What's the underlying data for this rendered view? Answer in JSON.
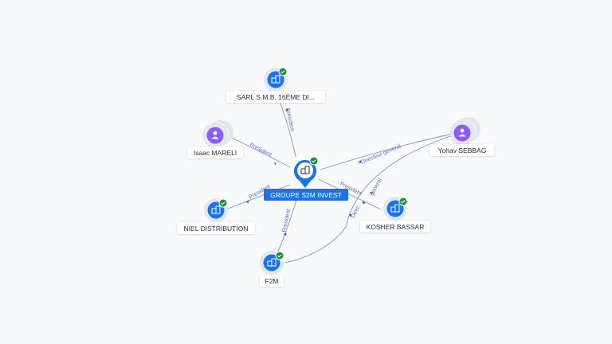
{
  "center": {
    "label": "GROUPE S2M INVEST"
  },
  "nodes": {
    "sarl": {
      "label": "SARL S.M.B. 16ÈME DI..."
    },
    "isaac": {
      "label": "Isaac MARELI"
    },
    "yohav": {
      "label": "Yohav SEBBAG"
    },
    "niel": {
      "label": "NIEL DISTRIBUTION"
    },
    "kosher": {
      "label": "KOSHER BASSAR"
    },
    "f2m": {
      "label": "F2M"
    }
  },
  "edges": {
    "sarl": "President",
    "isaac": "President",
    "yohav": "Directeur general",
    "niel": "President",
    "kosher": "President",
    "f2m": "President",
    "yohav_f2m": "Direc",
    "yohav_kosher": "general"
  },
  "colors": {
    "company": "#1a73e8",
    "person": "#8b5cf6",
    "verified": "#1e8e3e",
    "edge": "#8a94a6",
    "edge_label": "#5b6cc8"
  },
  "icons": {
    "company": "building-icon",
    "person": "person-icon",
    "verified": "check-badge-icon"
  }
}
